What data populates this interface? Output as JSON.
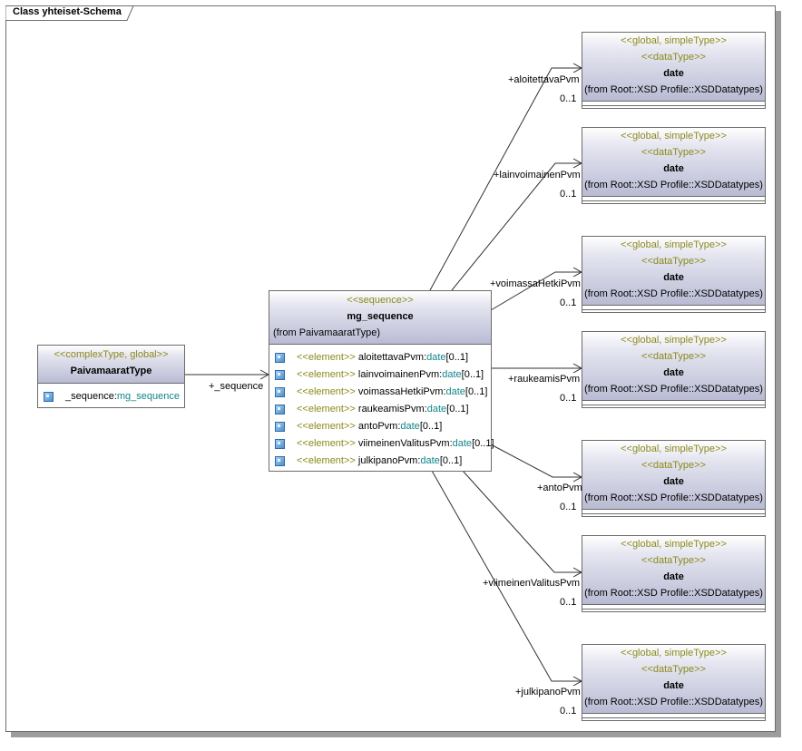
{
  "diagram": {
    "title": "Class yhteiset-Schema"
  },
  "paivamaarat": {
    "stereotype": "<<complexType, global>>",
    "name": "PaivamaaratType",
    "attribute": {
      "name": "_sequence",
      "separator": ":",
      "type": "mg_sequence"
    }
  },
  "sequence_link": {
    "role": "+_sequence"
  },
  "mg_sequence": {
    "stereotype": "<<sequence>>",
    "name": "mg_sequence",
    "from": "(from PaivamaaratType)",
    "elements": [
      {
        "stereotype": "<<element>>",
        "name": "aloitettavaPvm",
        "separator": ":",
        "type": "date",
        "mult": "[0..1]"
      },
      {
        "stereotype": "<<element>>",
        "name": "lainvoimainenPvm",
        "separator": ":",
        "type": "date",
        "mult": "[0..1]"
      },
      {
        "stereotype": "<<element>>",
        "name": "voimassaHetkiPvm",
        "separator": ":",
        "type": "date",
        "mult": "[0..1]"
      },
      {
        "stereotype": "<<element>>",
        "name": "raukeamisPvm",
        "separator": ":",
        "type": "date",
        "mult": "[0..1]"
      },
      {
        "stereotype": "<<element>>",
        "name": "antoPvm",
        "separator": ":",
        "type": "date",
        "mult": "[0..1]"
      },
      {
        "stereotype": "<<element>>",
        "name": "viimeinenValitusPvm",
        "separator": ":",
        "type": "date",
        "mult": "[0..1]"
      },
      {
        "stereotype": "<<element>>",
        "name": "julkipanoPvm",
        "separator": ":",
        "type": "date",
        "mult": "[0..1]"
      }
    ]
  },
  "date_types": [
    {
      "stereotype1": "<<global, simpleType>>",
      "stereotype2": "<<dataType>>",
      "name": "date",
      "from": "(from Root::XSD Profile::XSDDatatypes)",
      "role": "+aloitettavaPvm",
      "mult": "0..1"
    },
    {
      "stereotype1": "<<global, simpleType>>",
      "stereotype2": "<<dataType>>",
      "name": "date",
      "from": "(from Root::XSD Profile::XSDDatatypes)",
      "role": "+lainvoimainenPvm",
      "mult": "0..1"
    },
    {
      "stereotype1": "<<global, simpleType>>",
      "stereotype2": "<<dataType>>",
      "name": "date",
      "from": "(from Root::XSD Profile::XSDDatatypes)",
      "role": "+voimassaHetkiPvm",
      "mult": "0..1"
    },
    {
      "stereotype1": "<<global, simpleType>>",
      "stereotype2": "<<dataType>>",
      "name": "date",
      "from": "(from Root::XSD Profile::XSDDatatypes)",
      "role": "+raukeamisPvm",
      "mult": "0..1"
    },
    {
      "stereotype1": "<<global, simpleType>>",
      "stereotype2": "<<dataType>>",
      "name": "date",
      "from": "(from Root::XSD Profile::XSDDatatypes)",
      "role": "+antoPvm",
      "mult": "0..1"
    },
    {
      "stereotype1": "<<global, simpleType>>",
      "stereotype2": "<<dataType>>",
      "name": "date",
      "from": "(from Root::XSD Profile::XSDDatatypes)",
      "role": "+viimeinenValitusPvm",
      "mult": "0..1"
    },
    {
      "stereotype1": "<<global, simpleType>>",
      "stereotype2": "<<dataType>>",
      "name": "date",
      "from": "(from Root::XSD Profile::XSDDatatypes)",
      "role": "+julkipanoPvm",
      "mult": "0..1"
    }
  ]
}
